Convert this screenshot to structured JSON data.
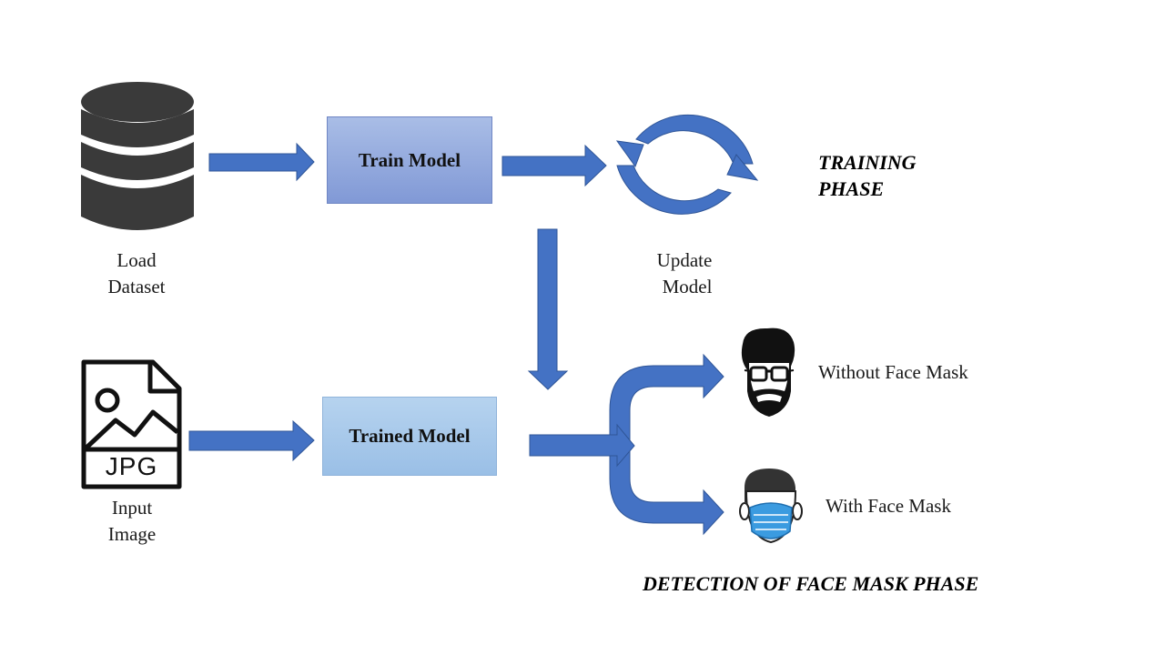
{
  "colors": {
    "arrow": "#4472c4",
    "arrow_dark": "#2f5597",
    "box_train": "#8fa8dc",
    "box_trained": "#9dc3e6",
    "icon_dark": "#3a3a3a",
    "mask": "#3b9be0"
  },
  "nodes": {
    "load_dataset": {
      "label_line1": "Load",
      "label_line2": "Dataset",
      "icon": "database-icon"
    },
    "train_model": {
      "label": "Train Model"
    },
    "update_model": {
      "label_line1": "Update",
      "label_line2": "Model",
      "icon": "refresh-cycle-icon"
    },
    "input_image": {
      "label_line1": "Input",
      "label_line2": "Image",
      "icon": "jpg-file-icon",
      "icon_text": "JPG"
    },
    "trained_model": {
      "label": "Trained Model"
    },
    "without_mask": {
      "label": "Without Face Mask",
      "icon": "face-without-mask-icon"
    },
    "with_mask": {
      "label": "With Face Mask",
      "icon": "face-with-mask-icon"
    }
  },
  "phases": {
    "training_line1": "TRAINING",
    "training_line2": "PHASE",
    "detection": "DETECTION OF FACE MASK PHASE"
  }
}
